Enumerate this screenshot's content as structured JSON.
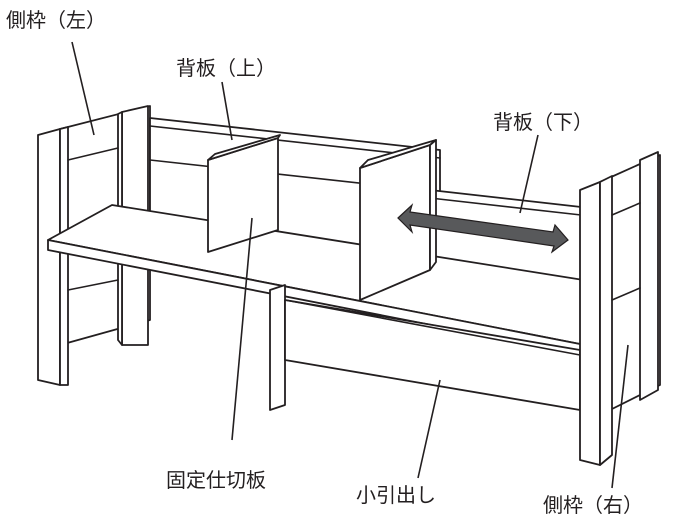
{
  "labels": {
    "side_frame_left": "側枠（左）",
    "back_board_upper": "背板（上）",
    "back_board_lower": "背板（下）",
    "fixed_divider": "固定仕切板",
    "small_drawer": "小引出し",
    "side_frame_right": "側枠（右）"
  },
  "colors": {
    "line": "#231f20",
    "arrow": "#58595b",
    "background": "#ffffff"
  }
}
